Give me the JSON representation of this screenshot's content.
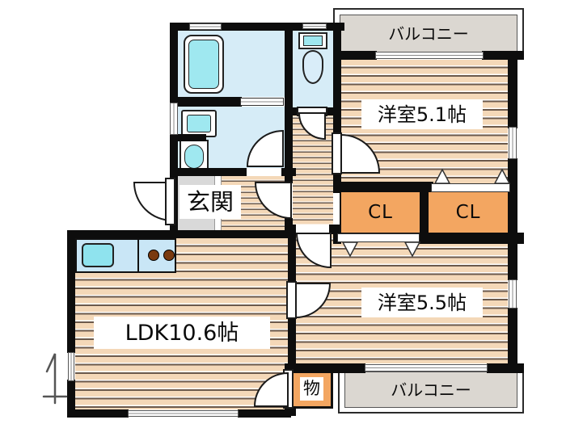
{
  "plan": {
    "type": "apartment-floor-plan",
    "rooms": {
      "western_room_1": "洋室5.1帖",
      "western_room_2": "洋室5.5帖",
      "ldk": "LDK10.6帖",
      "entrance": "玄関",
      "closet_1": "CL",
      "closet_2": "CL",
      "storage": "物",
      "balcony_top": "バルコニー",
      "balcony_bottom": "バルコニー"
    },
    "fixtures": [
      "bathtub",
      "wash-basin",
      "washing-machine",
      "toilet",
      "kitchen-sink",
      "stove-burners"
    ],
    "colors": {
      "wall": "#0d0d0d",
      "wood_floor": "#f4d8b8",
      "wood_line": "#6b594b",
      "closet_fill": "#f3a661",
      "balcony_fill": "#dbd7d1",
      "entrance_tile": "#d9d9d9",
      "wet_area": "#d6ecf7",
      "fixture_cyan": "#9fe8f0",
      "burner_brown": "#7a3a10"
    },
    "compass": "north-up"
  }
}
